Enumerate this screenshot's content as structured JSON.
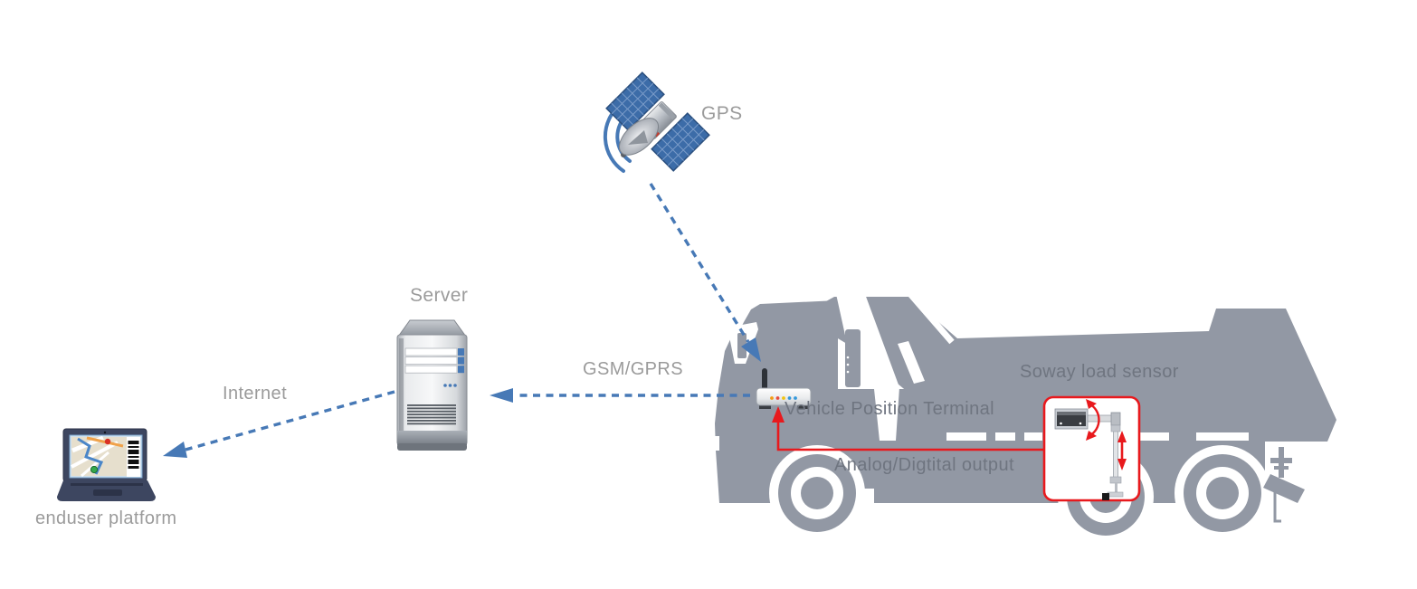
{
  "nodes": {
    "gps": {
      "label": "GPS",
      "icon": "gps-satellite-icon"
    },
    "server": {
      "label": "Server",
      "icon": "server-tower-icon"
    },
    "enduser": {
      "label": "enduser platform",
      "icon": "laptop-map-icon"
    },
    "vehicle_terminal": {
      "label": "Vehicle Position Terminal",
      "icon": "tracker-router-icon"
    },
    "load_sensor": {
      "label": "Soway load sensor",
      "icon": "load-sensor-arm-icon"
    },
    "truck": {
      "icon": "dump-truck-silhouette"
    }
  },
  "connections": [
    {
      "from": "gps",
      "to": "vehicle_terminal",
      "label": "",
      "style": "dashed-blue-arrow"
    },
    {
      "from": "vehicle_terminal",
      "to": "server",
      "label": "GSM/GPRS",
      "style": "dashed-blue-arrow"
    },
    {
      "from": "server",
      "to": "enduser",
      "label": "Internet",
      "style": "dashed-blue-arrow"
    },
    {
      "from": "load_sensor",
      "to": "vehicle_terminal",
      "label": "Analog/Digtital output",
      "style": "solid-red-arrow"
    }
  ],
  "colors": {
    "accent_blue": "#4779B6",
    "signal_red": "#E8191D",
    "truck_gray": "#9298A4",
    "label_gray": "#9B9B9B",
    "dark_label_gray": "#6F7580",
    "panel_blue": "#3C6CA8"
  }
}
